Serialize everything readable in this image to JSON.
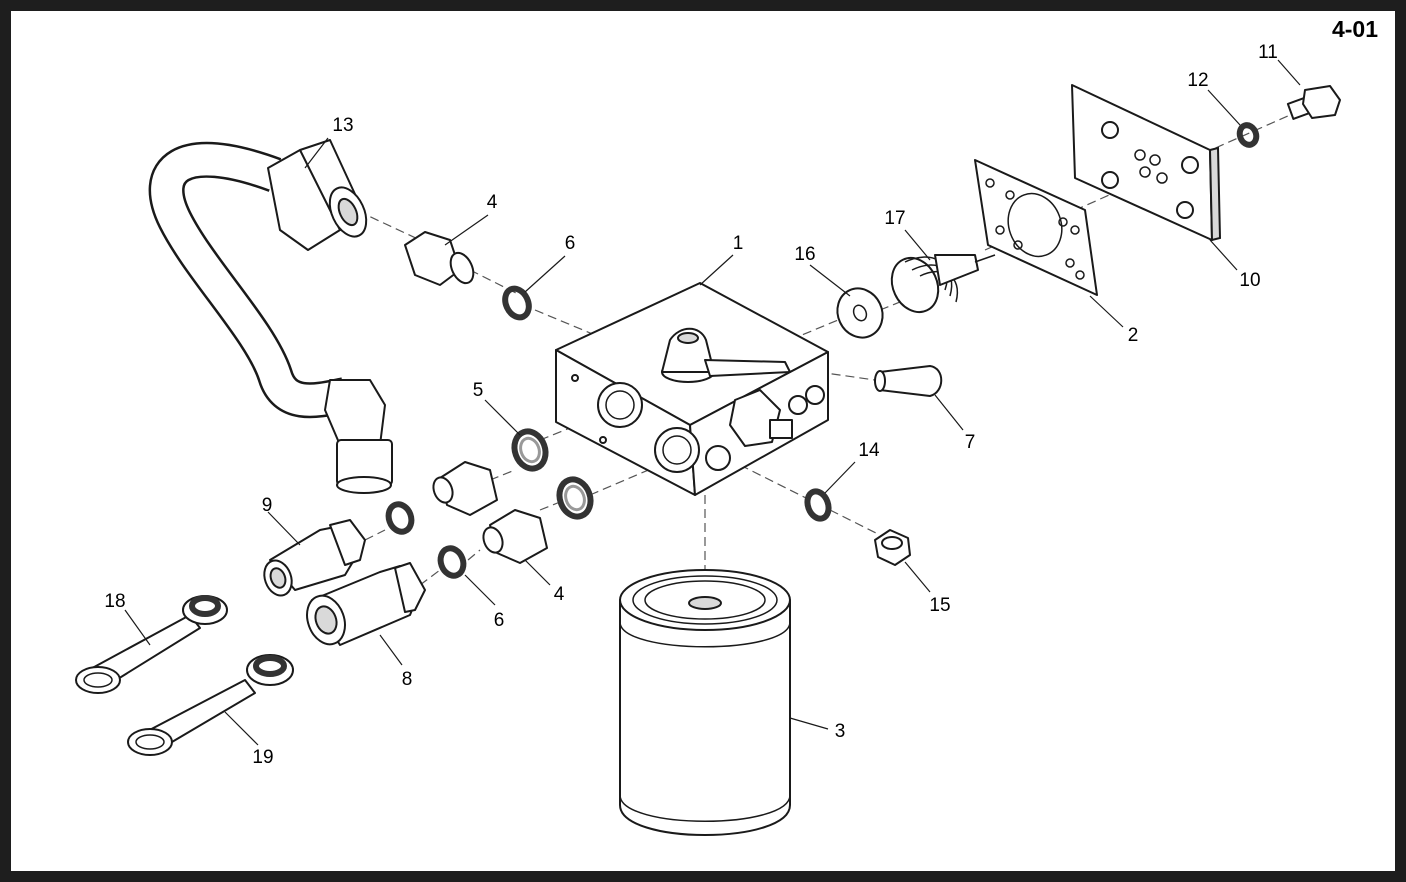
{
  "page_number": "4-01",
  "callouts": [
    {
      "id": "c1",
      "text": "1"
    },
    {
      "id": "c2",
      "text": "2"
    },
    {
      "id": "c3",
      "text": "3"
    },
    {
      "id": "c4a",
      "text": "4"
    },
    {
      "id": "c4b",
      "text": "4"
    },
    {
      "id": "c5",
      "text": "5"
    },
    {
      "id": "c6a",
      "text": "6"
    },
    {
      "id": "c6b",
      "text": "6"
    },
    {
      "id": "c7",
      "text": "7"
    },
    {
      "id": "c8",
      "text": "8"
    },
    {
      "id": "c9",
      "text": "9"
    },
    {
      "id": "c10",
      "text": "10"
    },
    {
      "id": "c11",
      "text": "11"
    },
    {
      "id": "c12",
      "text": "12"
    },
    {
      "id": "c13",
      "text": "13"
    },
    {
      "id": "c14",
      "text": "14"
    },
    {
      "id": "c15",
      "text": "15"
    },
    {
      "id": "c16",
      "text": "16"
    },
    {
      "id": "c17",
      "text": "17"
    },
    {
      "id": "c18",
      "text": "18"
    },
    {
      "id": "c19",
      "text": "19"
    }
  ],
  "colors": {
    "frame": "#1e1e1e",
    "line": "#1a1a1a",
    "background": "#ffffff"
  }
}
